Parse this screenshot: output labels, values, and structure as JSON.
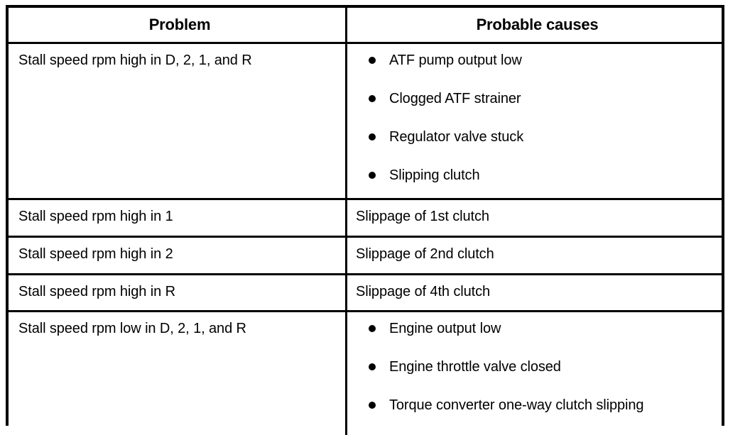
{
  "table": {
    "headers": {
      "problem": "Problem",
      "causes": "Probable causes"
    },
    "rows": [
      {
        "problem": "Stall speed rpm high in D, 2, 1, and R",
        "causes_type": "bullets",
        "causes": [
          "ATF pump output low",
          "Clogged ATF strainer",
          "Regulator valve stuck",
          "Slipping clutch"
        ]
      },
      {
        "problem": "Stall speed rpm high in 1",
        "causes_type": "text",
        "causes": [
          "Slippage of 1st clutch"
        ]
      },
      {
        "problem": "Stall speed rpm high in 2",
        "causes_type": "text",
        "causes": [
          "Slippage of 2nd clutch"
        ]
      },
      {
        "problem": "Stall speed rpm high in R",
        "causes_type": "text",
        "causes": [
          "Slippage of 4th clutch"
        ]
      },
      {
        "problem": "Stall speed rpm low in D, 2, 1, and R",
        "causes_type": "bullets",
        "causes": [
          "Engine output low",
          "Engine throttle valve closed",
          "Torque converter one-way clutch slipping"
        ]
      }
    ]
  },
  "colors": {
    "border": "#000000",
    "text": "#000000",
    "background": "#ffffff"
  }
}
